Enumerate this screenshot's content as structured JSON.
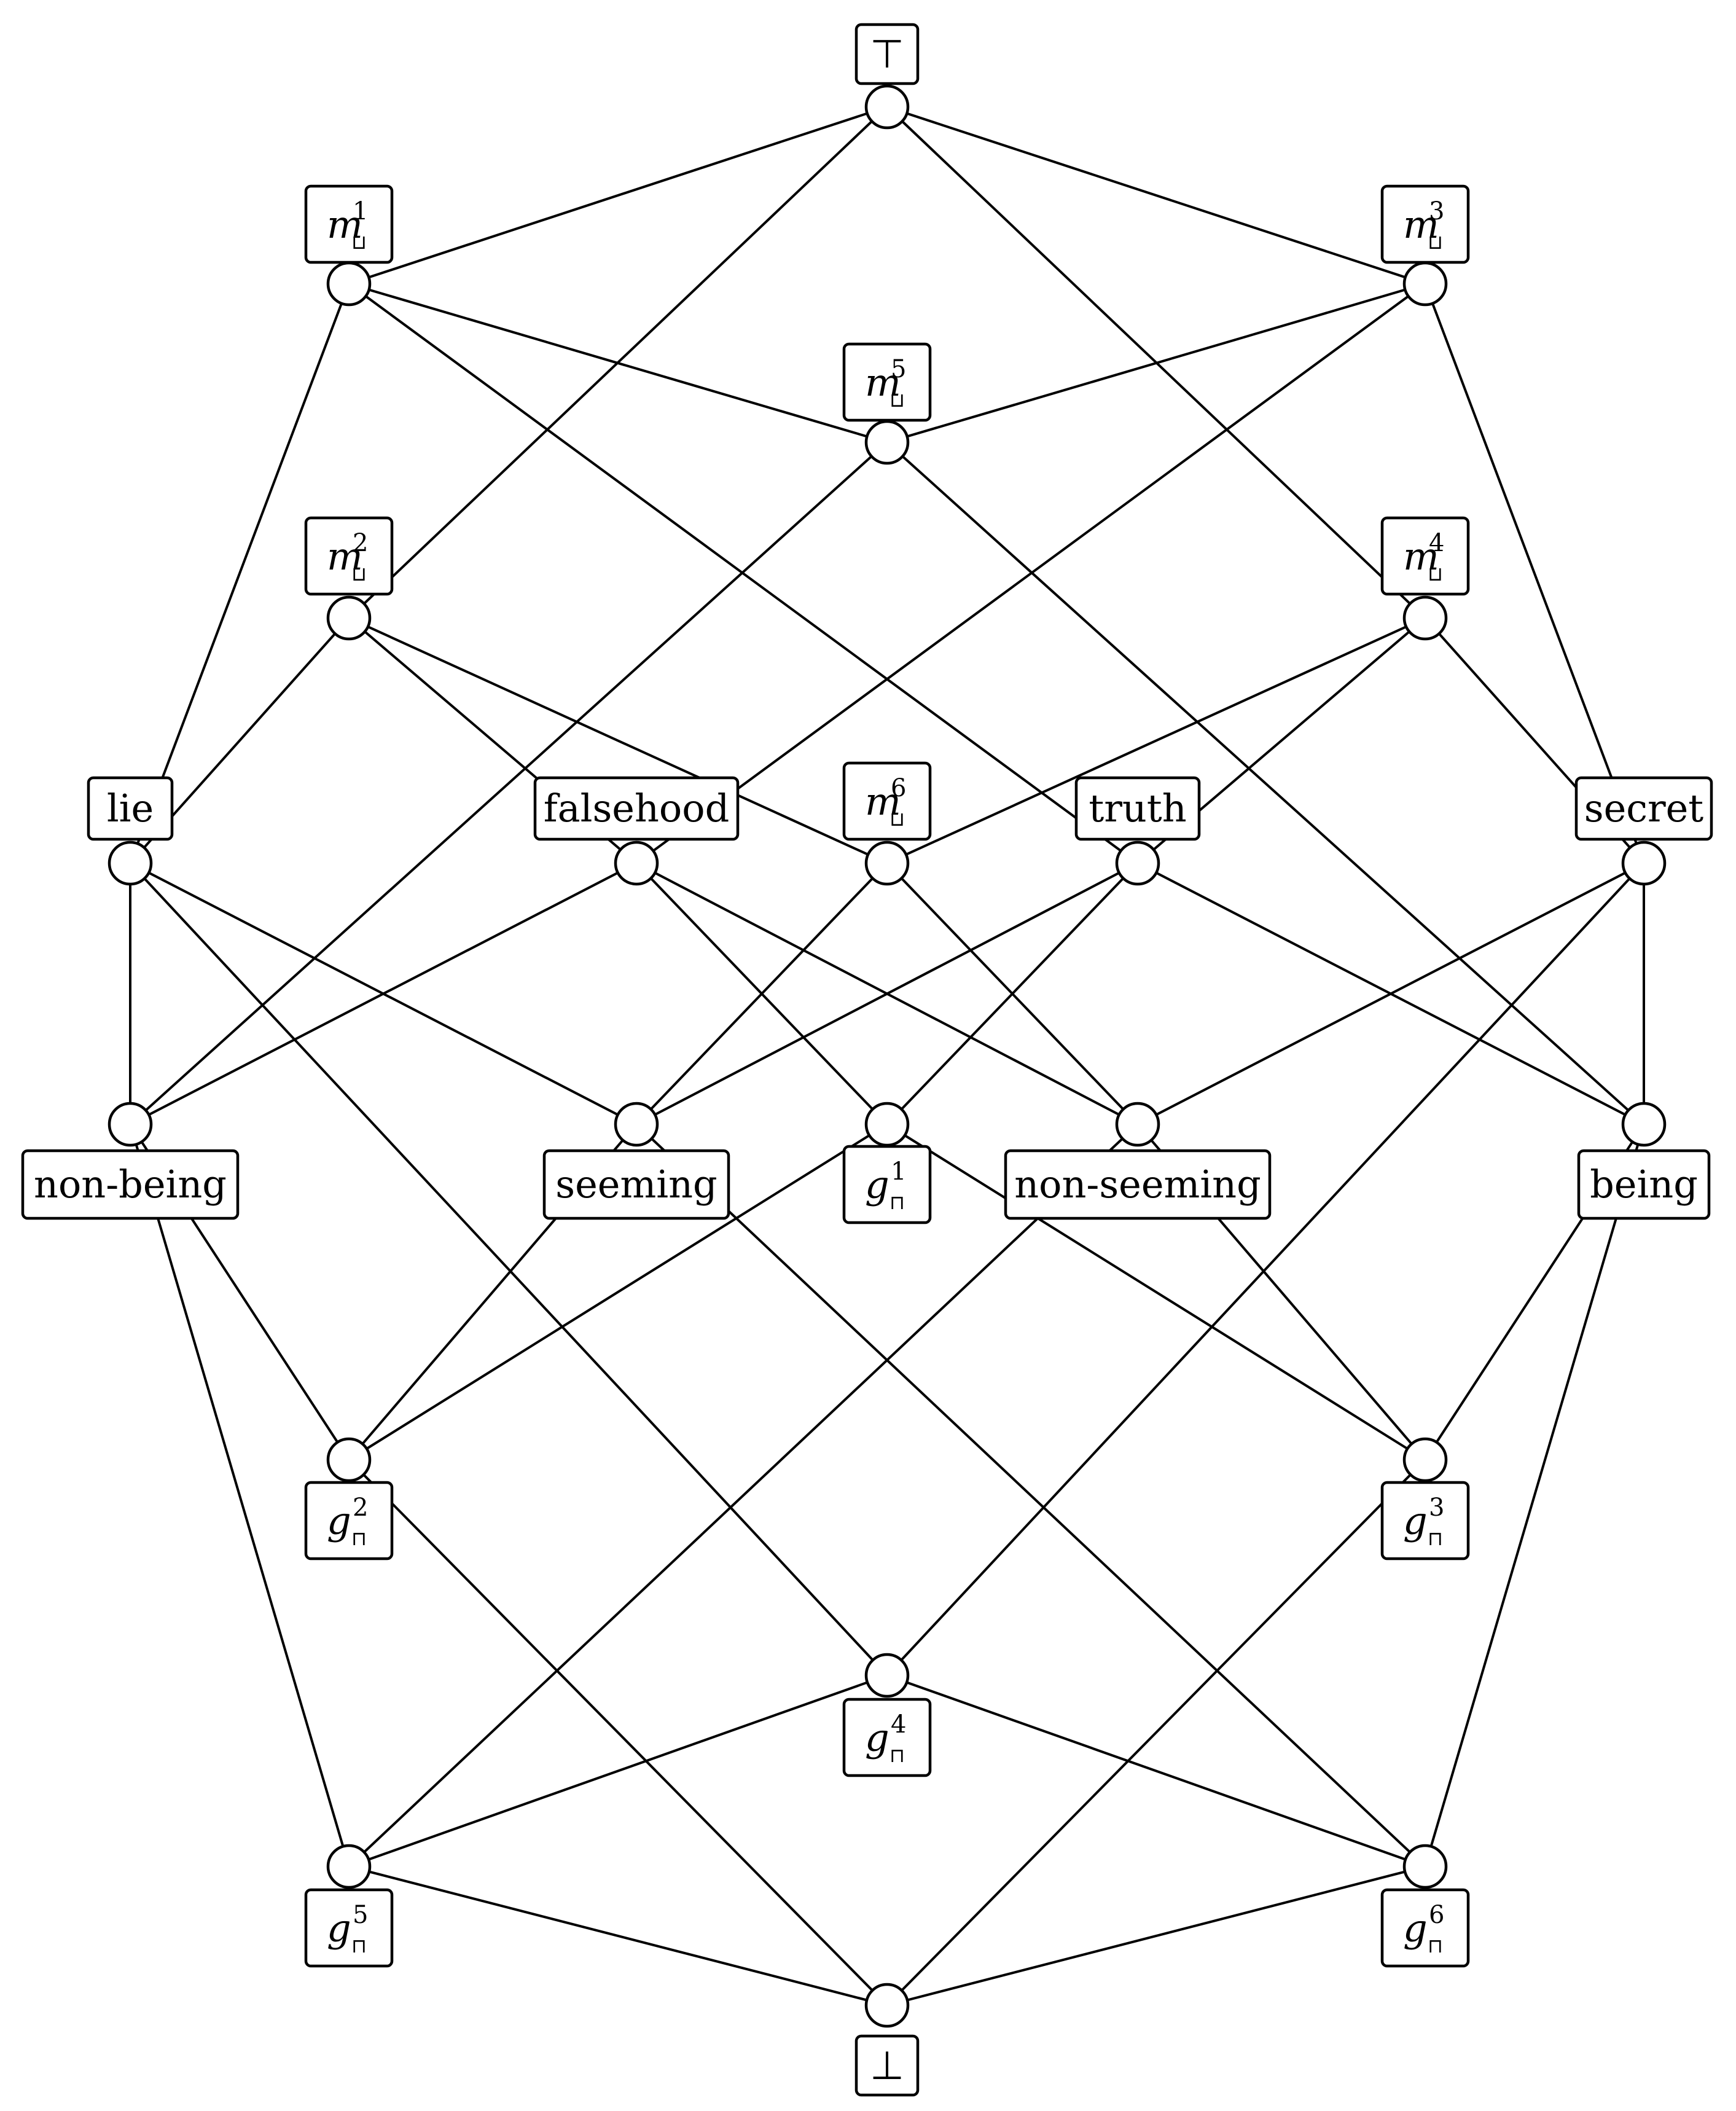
{
  "diagram": {
    "top": {
      "symbol": "⊤"
    },
    "bottom": {
      "symbol": "⊥"
    },
    "join_symbol": "⊔",
    "meet_symbol": "⊓",
    "meet_irreducibles": [
      {
        "id": "m1",
        "base": "m",
        "index": "1"
      },
      {
        "id": "m2",
        "base": "m",
        "index": "2"
      },
      {
        "id": "m3",
        "base": "m",
        "index": "3"
      },
      {
        "id": "m4",
        "base": "m",
        "index": "4"
      },
      {
        "id": "m5",
        "base": "m",
        "index": "5"
      },
      {
        "id": "m6",
        "base": "m",
        "index": "6"
      }
    ],
    "attributes": [
      {
        "id": "lie",
        "label": "lie"
      },
      {
        "id": "falsehood",
        "label": "falsehood"
      },
      {
        "id": "truth",
        "label": "truth"
      },
      {
        "id": "secret",
        "label": "secret"
      }
    ],
    "objects": [
      {
        "id": "nonbeing",
        "label": "non-being"
      },
      {
        "id": "seeming",
        "label": "seeming"
      },
      {
        "id": "nonseeming",
        "label": "non-seeming"
      },
      {
        "id": "being",
        "label": "being"
      }
    ],
    "join_irreducibles": [
      {
        "id": "g1",
        "base": "g",
        "index": "1"
      },
      {
        "id": "g2",
        "base": "g",
        "index": "2"
      },
      {
        "id": "g3",
        "base": "g",
        "index": "3"
      },
      {
        "id": "g4",
        "base": "g",
        "index": "4"
      },
      {
        "id": "g5",
        "base": "g",
        "index": "5"
      },
      {
        "id": "g6",
        "base": "g",
        "index": "6"
      }
    ],
    "edges": [
      [
        "top",
        "m1"
      ],
      [
        "top",
        "m3"
      ],
      [
        "top",
        "m2"
      ],
      [
        "top",
        "m4"
      ],
      [
        "m1",
        "m5"
      ],
      [
        "m3",
        "m5"
      ],
      [
        "m1",
        "lie"
      ],
      [
        "m1",
        "truth"
      ],
      [
        "m3",
        "falsehood"
      ],
      [
        "m3",
        "secret"
      ],
      [
        "m2",
        "lie"
      ],
      [
        "m2",
        "falsehood"
      ],
      [
        "m2",
        "m6"
      ],
      [
        "m4",
        "m6"
      ],
      [
        "m4",
        "truth"
      ],
      [
        "m4",
        "secret"
      ],
      [
        "m5",
        "nonbeing"
      ],
      [
        "m5",
        "being"
      ],
      [
        "lie",
        "nonbeing"
      ],
      [
        "lie",
        "seeming"
      ],
      [
        "lie",
        "g4"
      ],
      [
        "falsehood",
        "nonbeing"
      ],
      [
        "falsehood",
        "g1"
      ],
      [
        "falsehood",
        "nonseeming"
      ],
      [
        "m6",
        "seeming"
      ],
      [
        "m6",
        "nonseeming"
      ],
      [
        "truth",
        "seeming"
      ],
      [
        "truth",
        "g1"
      ],
      [
        "truth",
        "being"
      ],
      [
        "secret",
        "nonseeming"
      ],
      [
        "secret",
        "being"
      ],
      [
        "secret",
        "g4"
      ],
      [
        "nonbeing",
        "g2"
      ],
      [
        "nonbeing",
        "g5"
      ],
      [
        "seeming",
        "g2"
      ],
      [
        "seeming",
        "g6"
      ],
      [
        "g1",
        "g2"
      ],
      [
        "g1",
        "g3"
      ],
      [
        "nonseeming",
        "g3"
      ],
      [
        "nonseeming",
        "g5"
      ],
      [
        "being",
        "g3"
      ],
      [
        "being",
        "g6"
      ],
      [
        "g2",
        "bottom"
      ],
      [
        "g3",
        "bottom"
      ],
      [
        "g4",
        "g5"
      ],
      [
        "g4",
        "g6"
      ],
      [
        "g5",
        "bottom"
      ],
      [
        "g6",
        "bottom"
      ]
    ]
  }
}
